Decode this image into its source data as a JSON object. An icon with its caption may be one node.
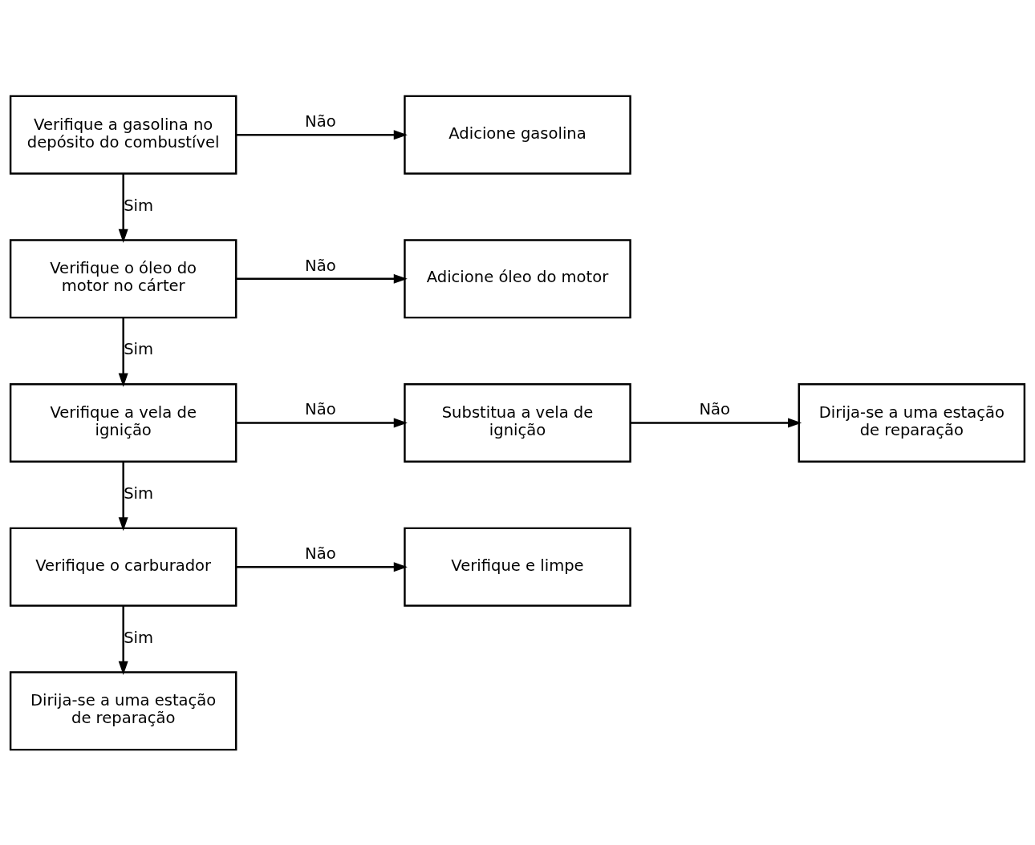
{
  "diagram": {
    "nodes": [
      {
        "text": [
          "Verifique a gasolina no depósito do combustível"
        ]
      },
      {
        "text": [
          "Adicione gasolina"
        ]
      },
      {
        "text": [
          "Verifique o óleo do motor no cárter"
        ]
      },
      {
        "text": [
          "Adicione óleo do motor"
        ]
      },
      {
        "text": [
          "Verifique a vela de ignição"
        ]
      },
      {
        "text": [
          "Substitua a vela de ignição"
        ]
      },
      {
        "text": [
          "Dirija-se a uma estação de reparação"
        ]
      },
      {
        "text": [
          "Verifique o carburador"
        ]
      },
      {
        "text": [
          "Verifique e limpe"
        ]
      },
      {
        "text": [
          "Dirija-se a uma estação de reparação"
        ]
      }
    ],
    "edges": [
      {
        "from": 0,
        "to": 1,
        "arrow": "to",
        "label": "Não"
      },
      {
        "from": 0,
        "to": 2,
        "arrow": "to",
        "label": "Sim"
      },
      {
        "from": 2,
        "to": 3,
        "arrow": "to",
        "label": "Não"
      },
      {
        "from": 2,
        "to": 4,
        "arrow": "to",
        "label": "Sim"
      },
      {
        "from": 4,
        "to": 5,
        "arrow": "to",
        "label": "Não"
      },
      {
        "from": 5,
        "to": 6,
        "arrow": "to",
        "label": "Não"
      },
      {
        "from": 4,
        "to": 7,
        "arrow": "to",
        "label": "Sim"
      },
      {
        "from": 7,
        "to": 8,
        "arrow": "to",
        "label": "Não"
      },
      {
        "from": 7,
        "to": 9,
        "arrow": "to",
        "label": "Sim"
      }
    ]
  }
}
